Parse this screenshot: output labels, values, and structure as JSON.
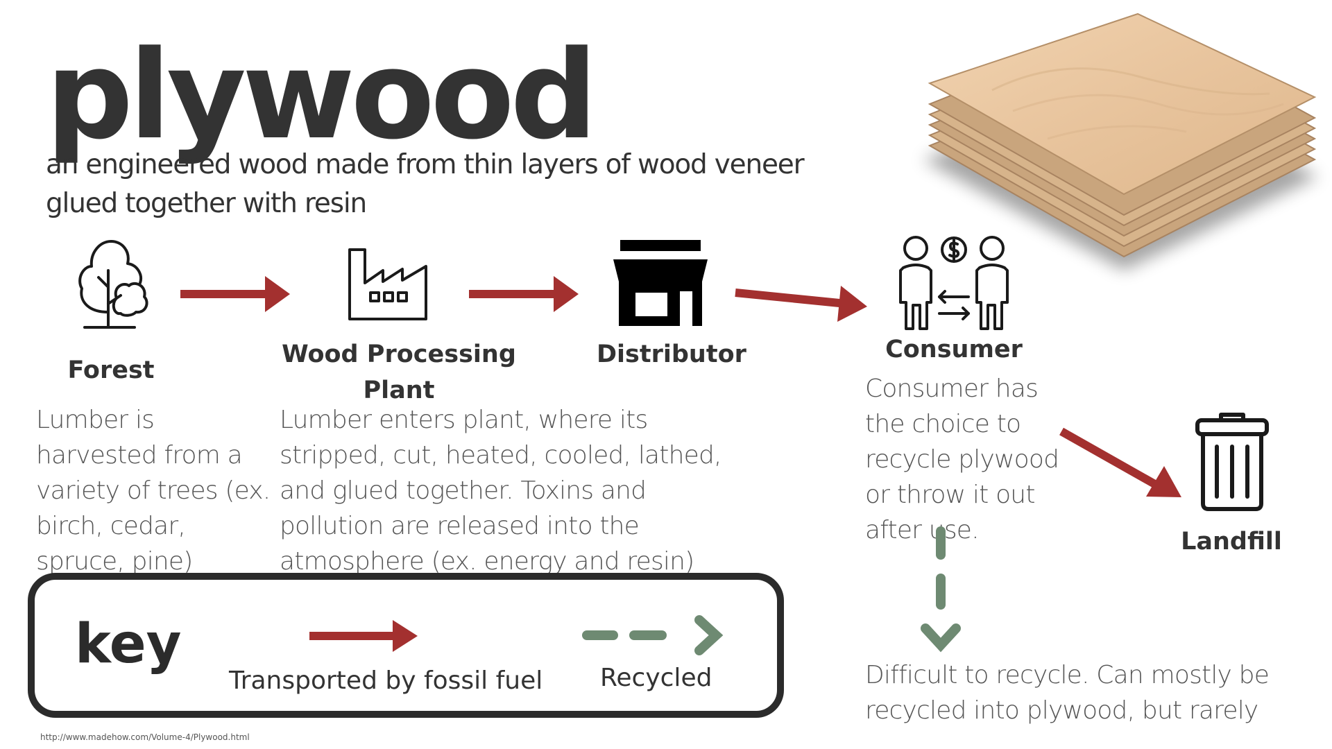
{
  "title": "plywood",
  "subtitle": "an engineered wood made from thin layers of wood veneer glued together with resin",
  "nodes": {
    "forest": {
      "label": "Forest",
      "icon": "tree-icon",
      "description": "Lumber is harvested from a variety of trees (ex. birch, cedar, spruce, pine)"
    },
    "plant": {
      "label": "Wood Processing Plant",
      "icon": "factory-icon",
      "description": "Lumber enters plant, where its stripped, cut, heated, cooled, lathed, and glued together. Toxins and pollution are released into the atmosphere  (ex. energy and resin)"
    },
    "distributor": {
      "label": "Distributor",
      "icon": "store-icon"
    },
    "consumer": {
      "label": "Consumer",
      "icon": "people-exchange-icon",
      "description": "Consumer has the choice to recycle plywood  or throw it out after use."
    },
    "landfill": {
      "label": "Landfill",
      "icon": "trash-can-icon"
    },
    "recycle": {
      "description": "Difficult to recycle. Can mostly  be recycled into plywood, but rarely"
    }
  },
  "key": {
    "title": "key",
    "fossil_label": "Transported by fossil fuel",
    "recycled_label": "Recycled"
  },
  "source": "http://www.madehow.com/Volume-4/Plywood.html",
  "colors": {
    "fossil_arrow": "#a3302f",
    "recycled_arrow": "#6e8a72",
    "text": "#333333",
    "icon": "#1a1a1a"
  }
}
